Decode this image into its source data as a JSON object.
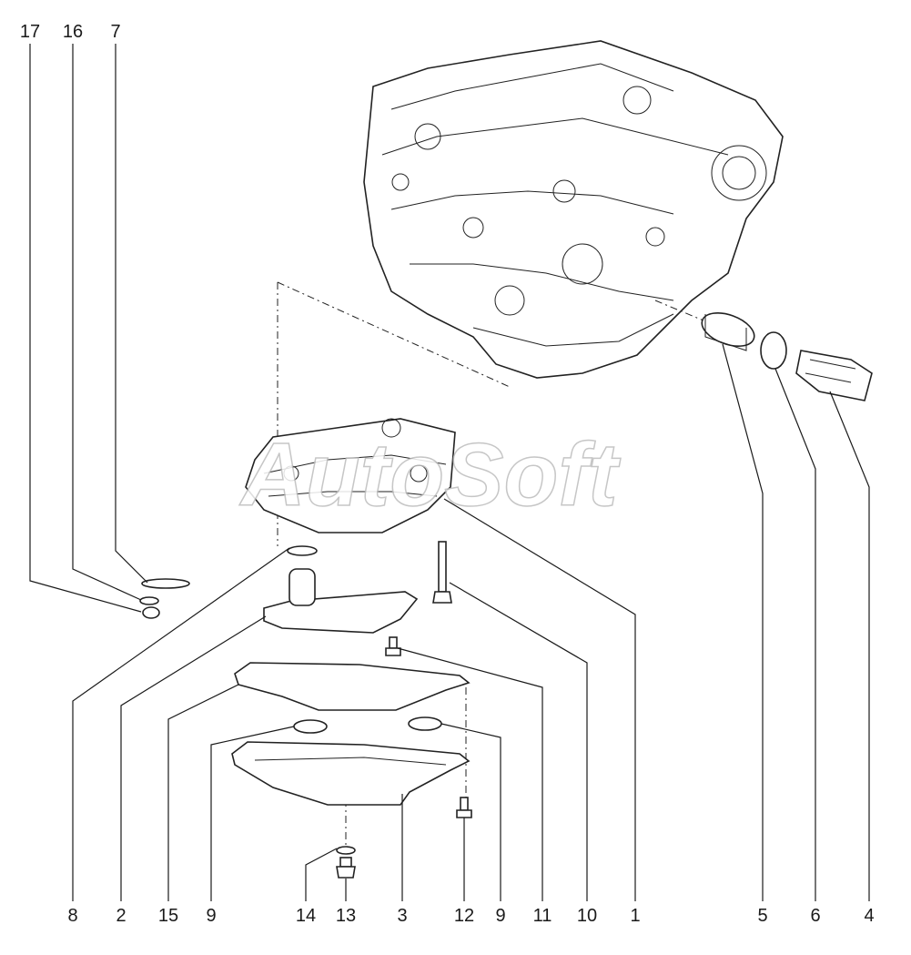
{
  "watermark": "AutoSoft",
  "callouts": {
    "top": [
      {
        "id": "c17",
        "label": "17"
      },
      {
        "id": "c16",
        "label": "16"
      },
      {
        "id": "c7",
        "label": "7"
      }
    ],
    "bottom": [
      {
        "id": "c8",
        "label": "8"
      },
      {
        "id": "c2",
        "label": "2"
      },
      {
        "id": "c15",
        "label": "15"
      },
      {
        "id": "c9a",
        "label": "9"
      },
      {
        "id": "c14",
        "label": "14"
      },
      {
        "id": "c13",
        "label": "13"
      },
      {
        "id": "c3",
        "label": "3"
      },
      {
        "id": "c12",
        "label": "12"
      },
      {
        "id": "c9b",
        "label": "9"
      },
      {
        "id": "c11",
        "label": "11"
      },
      {
        "id": "c10",
        "label": "10"
      },
      {
        "id": "c1",
        "label": "1"
      },
      {
        "id": "c5",
        "label": "5"
      },
      {
        "id": "c6",
        "label": "6"
      },
      {
        "id": "c4",
        "label": "4"
      }
    ]
  }
}
